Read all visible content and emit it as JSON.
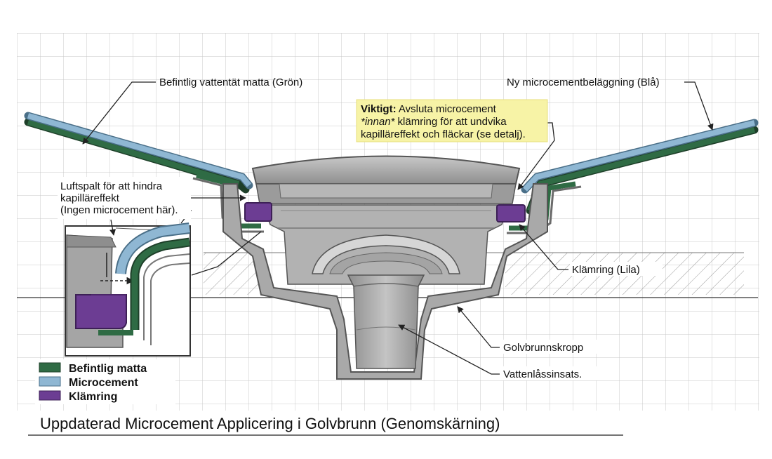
{
  "title": "Uppdaterad Microcement Applicering i Golvbrunn (Genomskärning)",
  "callouts": {
    "existing_membrane": "Befintlig vattentät matta (Grön)",
    "new_microcement": "Ny microcementbeläggning (Blå)",
    "important_bold": "Viktigt:",
    "important_line1": " Avsluta microcement",
    "important_line2_em": "*innan*",
    "important_line2": " klämring för att undvika",
    "important_line3": "kapilläreffekt och fläckar (se detalj).",
    "air_gap_line1": "Luftspalt för att hindra",
    "air_gap_line2": "kapilläreffekt",
    "air_gap_line3": "(Ingen microcement här).",
    "clamp_ring": "Klämring (Lila)",
    "drain_body": "Golvbrunnskropp",
    "water_trap": "Vattenlåssinsats."
  },
  "legend": [
    {
      "label": "Befintlig matta",
      "color": "#2f6b44"
    },
    {
      "label": "Microcement",
      "color": "#8fb7d3"
    },
    {
      "label": "Klämring",
      "color": "#6c3d93"
    }
  ],
  "colors": {
    "membrane": "#2f6b44",
    "microcement": "#8fb7d3",
    "clamp": "#6c3d93",
    "metal": "#9a9a9a",
    "metal_light": "#bdbdbd",
    "note_bg": "#f7f3a6"
  }
}
